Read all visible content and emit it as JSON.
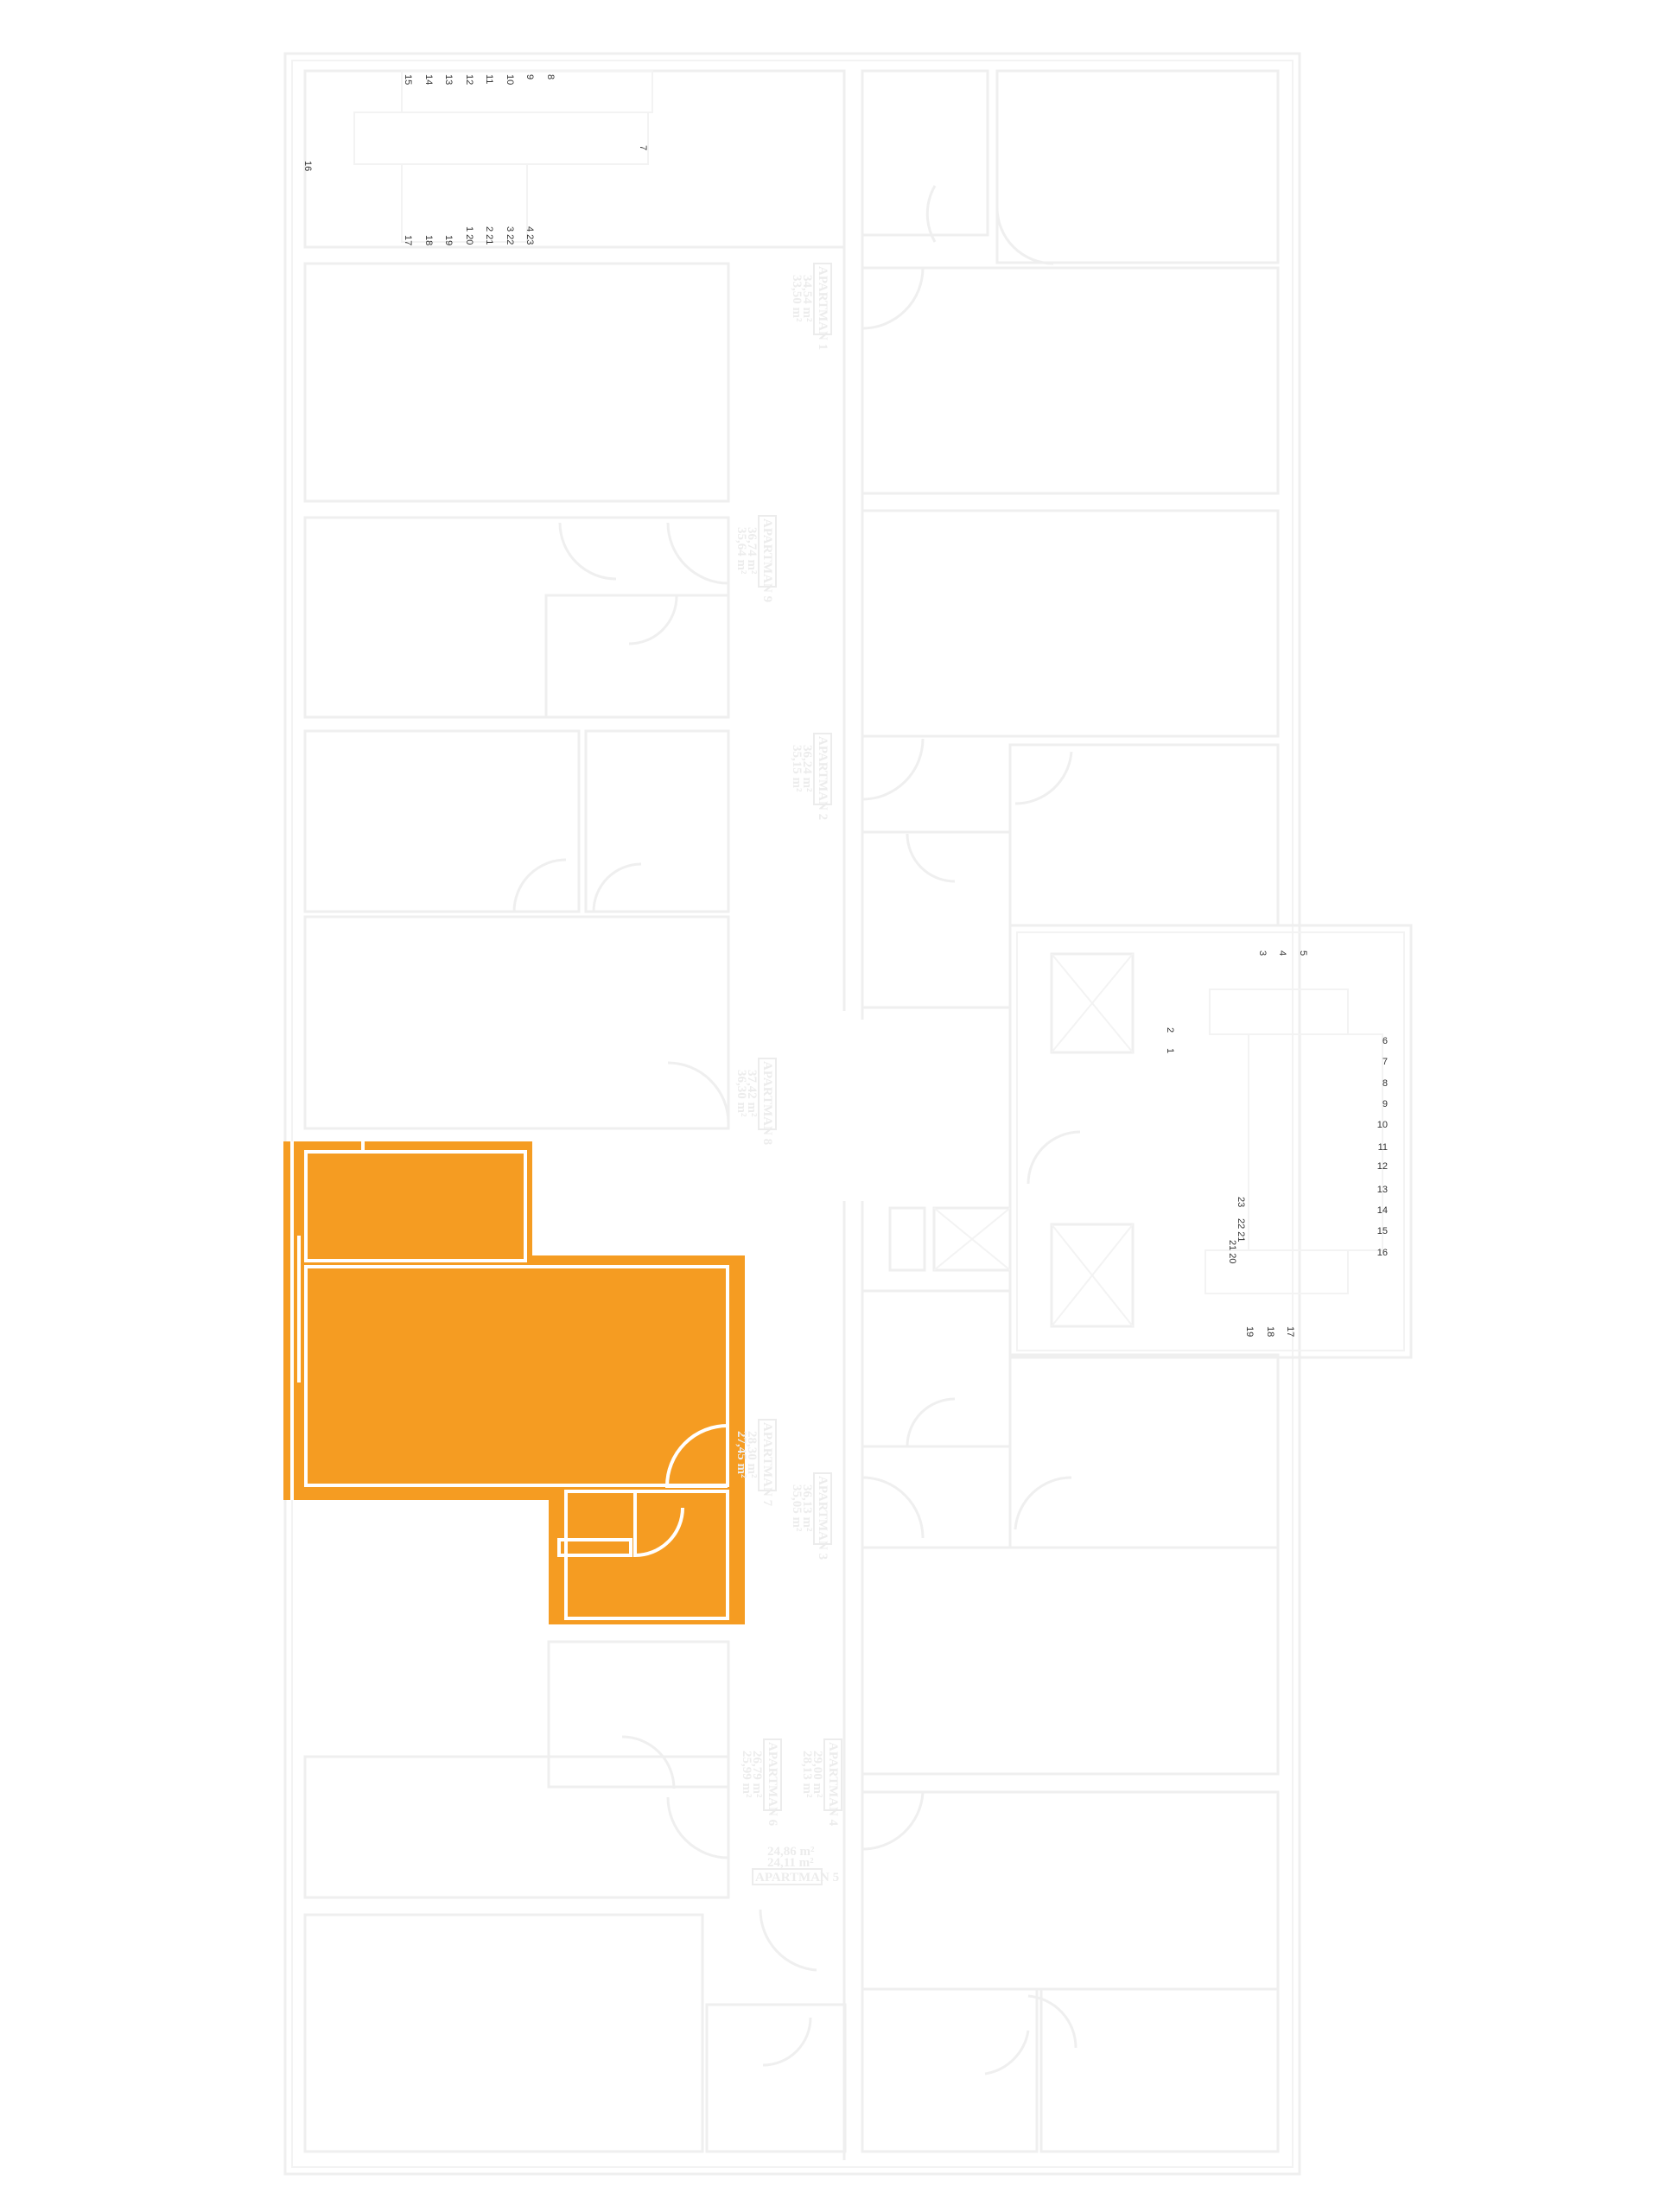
{
  "plan": {
    "highlight_color": "#F59C22",
    "highlighted_unit": "APARTMAN 7",
    "stair_left": {
      "top_row": [
        "15",
        "14",
        "13",
        "12",
        "11",
        "10",
        "9",
        "8"
      ],
      "landing_left": "16",
      "landing_right": "7",
      "bottom_row": [
        "17",
        "18",
        "19",
        "1 20",
        "2 21",
        "3 22",
        "4 23"
      ]
    },
    "stair_right": {
      "top_row": [
        "3",
        "4",
        "5"
      ],
      "entry": [
        "2",
        "1"
      ],
      "right_column": [
        "6",
        "7",
        "8",
        "9",
        "10",
        "11",
        "12",
        "13",
        "14",
        "15",
        "16"
      ],
      "inner": [
        "23",
        "22 21",
        "21 20"
      ],
      "bottom_row": [
        "19",
        "18",
        "17"
      ]
    },
    "apartments": [
      {
        "name": "APARTMAN 1",
        "area_gross": "34,54 m²",
        "area_net": "33,50 m²"
      },
      {
        "name": "APARTMAN 9",
        "area_gross": "36,74 m²",
        "area_net": "35,64 m²"
      },
      {
        "name": "APARTMAN 2",
        "area_gross": "36,24 m²",
        "area_net": "35,15 m²"
      },
      {
        "name": "APARTMAN 8",
        "area_gross": "37,42 m²",
        "area_net": "36,30 m²"
      },
      {
        "name": "APARTMAN 7",
        "area_gross": "28,30 m²",
        "area_net": "27,45 m²"
      },
      {
        "name": "APARTMAN 3",
        "area_gross": "36,13 m²",
        "area_net": "35,05 m²"
      },
      {
        "name": "APARTMAN 6",
        "area_gross": "26,79 m²",
        "area_net": "25,99 m²"
      },
      {
        "name": "APARTMAN 4",
        "area_gross": "29,00 m²",
        "area_net": "28,13 m²"
      },
      {
        "name": "APARTMAN 5",
        "area_gross": "24,86 m²",
        "area_net": "24,11 m²"
      }
    ]
  }
}
